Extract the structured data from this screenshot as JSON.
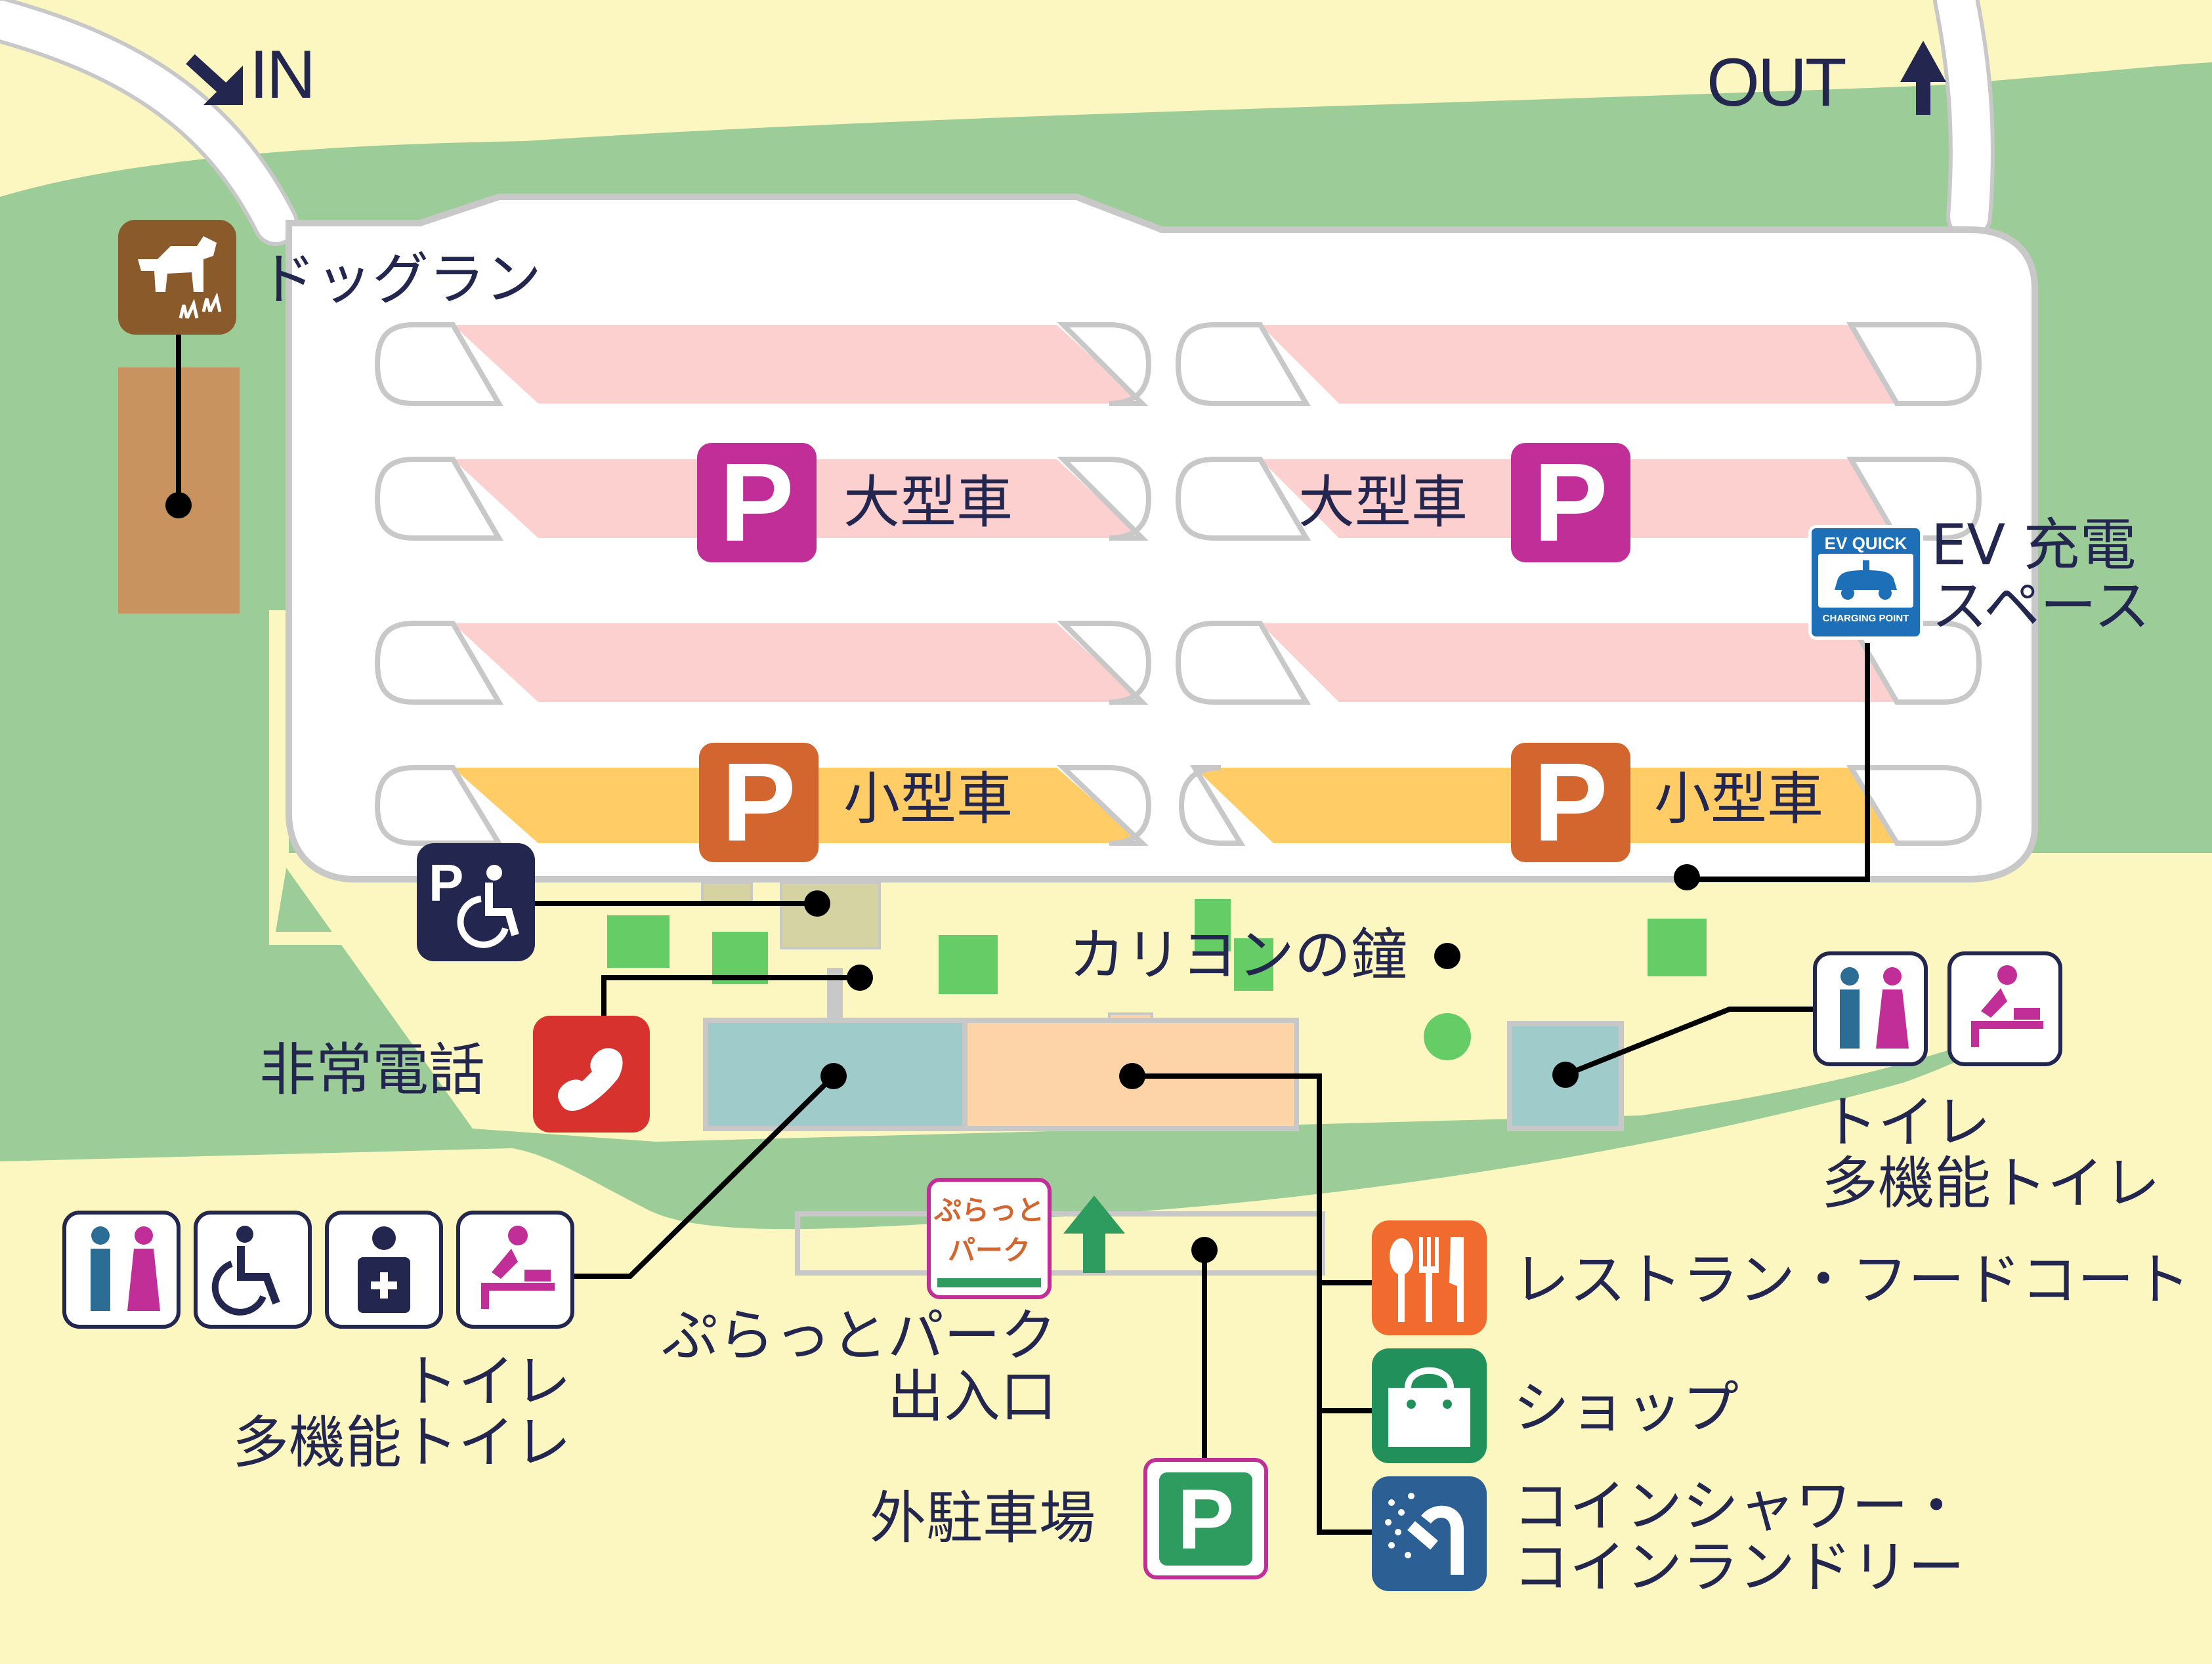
{
  "map": {
    "entrance_label": "IN",
    "exit_label": "OUT",
    "dog_run": {
      "label": "ドッグラン",
      "icon": "dog-run-icon"
    },
    "large_vehicle_parking": [
      {
        "label": "大型車",
        "icon": "parking-p-icon",
        "color": "#c12e98"
      },
      {
        "label": "大型車",
        "icon": "parking-p-icon",
        "color": "#c12e98"
      }
    ],
    "small_vehicle_parking": [
      {
        "label": "小型車",
        "icon": "parking-p-icon",
        "color": "#d3662f"
      },
      {
        "label": "小型車",
        "icon": "parking-p-icon",
        "color": "#d3662f"
      }
    ],
    "ev_charging": {
      "label_lines": [
        "EV 充電",
        "スペース"
      ],
      "icon_title": "EV QUICK",
      "icon_subtitle": "CHARGING POINT"
    },
    "accessible_parking": {
      "icon": "accessible-parking-icon"
    },
    "emergency_phone": {
      "label": "非常電話",
      "icon": "phone-icon"
    },
    "carillon_bell": {
      "label": "カリヨンの鐘"
    },
    "east_toilets": {
      "label_lines": [
        "トイレ",
        "多機能トイレ"
      ],
      "icons": [
        "restroom-icon",
        "baby-changing-icon"
      ]
    },
    "west_toilets": {
      "label_lines": [
        "トイレ",
        "多機能トイレ"
      ],
      "icons": [
        "restroom-icon",
        "wheelchair-icon",
        "first-aid-icon",
        "baby-changing-icon"
      ]
    },
    "plat_park": {
      "label_lines": [
        "ぷらっとパーク",
        "出入口"
      ],
      "logo_lines": [
        "ぷらっと",
        "パーク"
      ]
    },
    "outside_parking": {
      "label": "外駐車場",
      "icon": "parking-p-icon",
      "color": "#2e9b5f"
    },
    "facilities": [
      {
        "label_lines": [
          "レストラン・フードコート"
        ],
        "icon": "restaurant-icon",
        "color": "#f26b2e"
      },
      {
        "label_lines": [
          "ショップ"
        ],
        "icon": "shop-bag-icon",
        "color": "#21905a"
      },
      {
        "label_lines": [
          "コインシャワー・",
          "コインランドリー"
        ],
        "icon": "shower-icon",
        "color": "#2c5f93"
      }
    ],
    "colors": {
      "ground": "#fcf7c0",
      "green": "#9ccc97",
      "lot": "#ffffff",
      "lot_border": "#c8c8c8",
      "large_stall": "#fdd0d0",
      "small_stall": "#ffcc66",
      "dog_run": "#c9935f",
      "building_blue": "#9fcbcb",
      "building_orange": "#fdd3a8",
      "tree": "#66cc66",
      "text": "#23264f"
    }
  }
}
